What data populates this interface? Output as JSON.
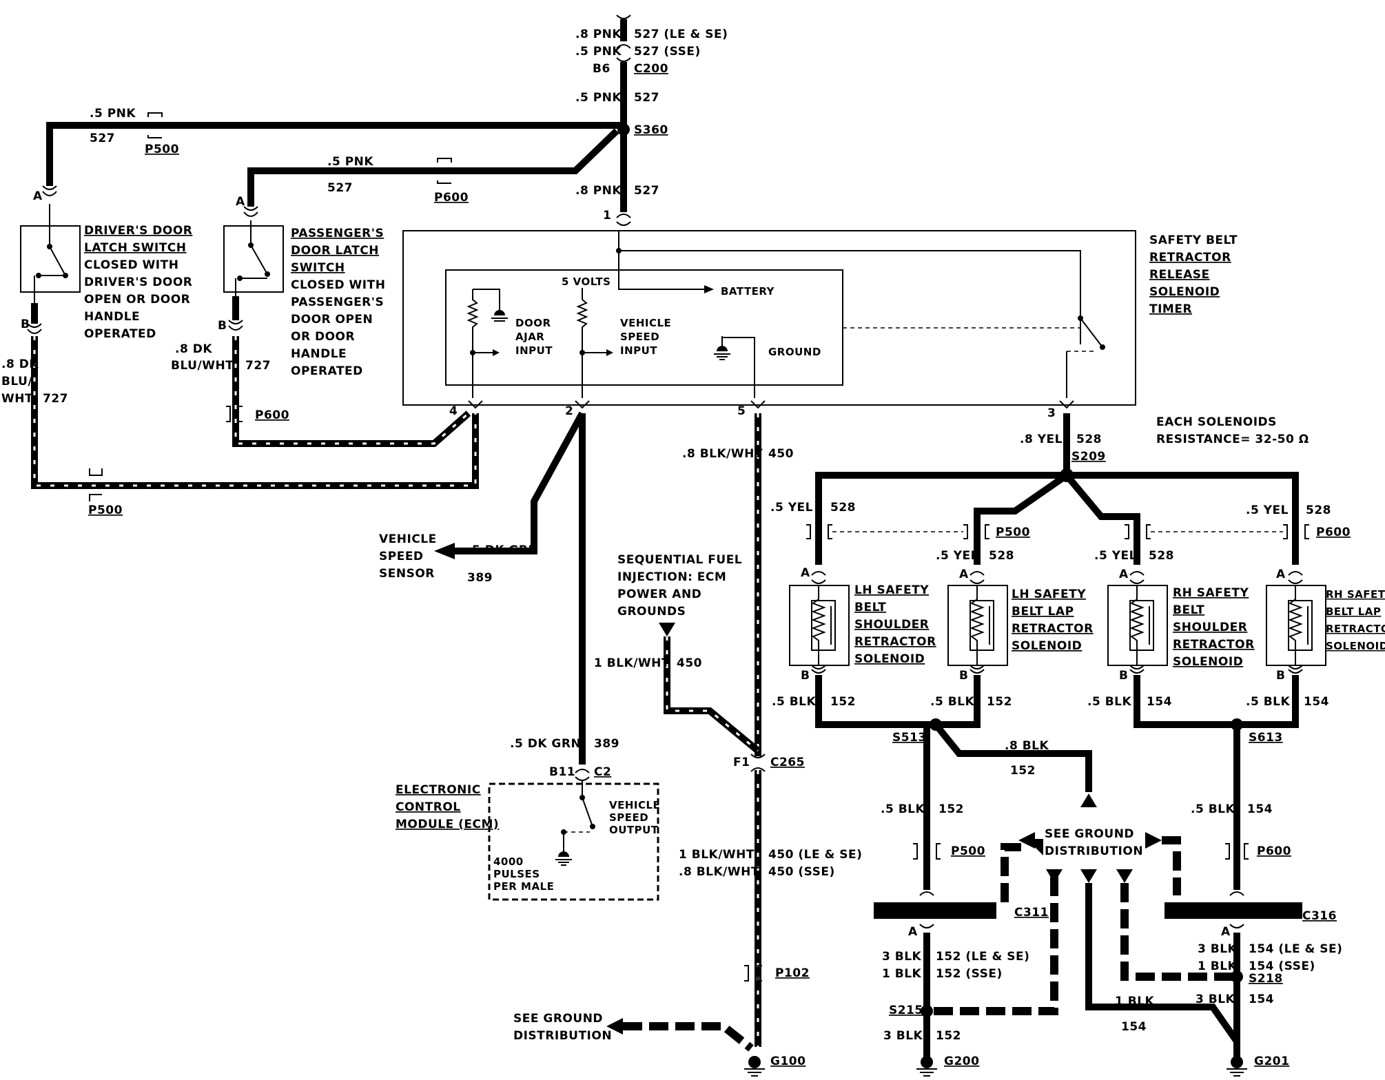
{
  "top_connector": {
    "wire_1": ".8 PNK",
    "circuit_1": "527 (LE & SE)",
    "wire_2": ".5 PNK",
    "circuit_2": "527 (SSE)",
    "pin": "B6",
    "connector": "C200",
    "wire_3": ".5 PNK",
    "circuit_3": "527",
    "splice": "S360",
    "wire_4": ".8 PNK",
    "circuit_4": "527",
    "timer_pin": "1"
  },
  "left_branch": {
    "wire": ".5 PNK",
    "circuit": "527",
    "harness": "P500"
  },
  "mid_branch": {
    "wire": ".5 PNK",
    "circuit": "527",
    "harness": "P600"
  },
  "drivers_switch": {
    "pin_a": "A",
    "pin_b": "B",
    "lines": [
      "DRIVER'S DOOR",
      "LATCH SWITCH",
      "CLOSED WITH",
      "DRIVER'S DOOR",
      "OPEN OR DOOR",
      "HANDLE",
      "OPERATED"
    ],
    "wire_lines": [
      ".8 DK",
      "BLU/",
      "WHT"
    ],
    "circuit": "727",
    "harness": "P500"
  },
  "passenger_switch": {
    "pin_a": "A",
    "pin_b": "B",
    "lines": [
      "PASSENGER'S",
      "DOOR LATCH",
      "SWITCH",
      "CLOSED WITH",
      "PASSENGER'S",
      "DOOR OPEN",
      "OR DOOR",
      "HANDLE",
      "OPERATED"
    ],
    "wire_lines": [
      ".8 DK",
      "BLU/WHT"
    ],
    "circuit": "727",
    "harness": "P600"
  },
  "timer": {
    "title_lines": [
      "SAFETY BELT",
      "RETRACTOR",
      "RELEASE",
      "SOLENOID",
      "TIMER"
    ],
    "five_volts": "5 VOLTS",
    "battery": "BATTERY",
    "door_ajar": [
      "DOOR",
      "AJAR",
      "INPUT"
    ],
    "vehicle_speed": [
      "VEHICLE",
      "SPEED",
      "INPUT"
    ],
    "ground": "GROUND",
    "pins": {
      "p4": "4",
      "p2": "2",
      "p5": "5",
      "p3": "3"
    }
  },
  "vss": {
    "lines": [
      "VEHICLE",
      "SPEED",
      "SENSOR"
    ],
    "wire": ".5 DK GRN",
    "circuit": "389"
  },
  "ecm": {
    "wire": ".5 DK GRN",
    "circuit": "389",
    "pin": "B11",
    "connector": "C2",
    "title_lines": [
      "ELECTRONIC",
      "CONTROL",
      "MODULE (ECM)"
    ],
    "output_lines": [
      "VEHICLE",
      "SPEED",
      "OUTPUT"
    ],
    "pulses_lines": [
      "4000",
      "PULSES",
      "PER MALE"
    ]
  },
  "ground_feed": {
    "wire_1": ".8 BLK/WHT",
    "circuit_1": "450",
    "sfi_lines": [
      "SEQUENTIAL FUEL",
      "INJECTION: ECM",
      "POWER AND",
      "GROUNDS"
    ],
    "wire_2": "1 BLK/WHT",
    "circuit_2": "450",
    "pin": "F1",
    "connector": "C265",
    "wire_3": "1 BLK/WHT",
    "circuit_3": "450 (LE & SE)",
    "wire_4": ".8 BLK/WHT",
    "circuit_4": "450 (SSE)",
    "harness": "P102",
    "see_ground": [
      "SEE GROUND",
      "DISTRIBUTION"
    ],
    "ground": "G100"
  },
  "solenoid_feed": {
    "wire": ".8 YEL",
    "circuit": "528",
    "splice": "S209",
    "note_lines": [
      "EACH SOLENOIDS",
      "RESISTANCE= 32-50 Ω"
    ],
    "harness_left": "P500",
    "harness_right": "P600"
  },
  "solenoids": [
    {
      "wire_in": ".5 YEL",
      "circuit_in": "528",
      "pin_a": "A",
      "pin_b": "B",
      "lines": [
        "LH SAFETY",
        "BELT",
        "SHOULDER",
        "RETRACTOR",
        "SOLENOID"
      ],
      "wire_out": ".5 BLK",
      "circuit_out": "152"
    },
    {
      "wire_in": ".5 YEL",
      "circuit_in": "528",
      "pin_a": "A",
      "pin_b": "B",
      "lines": [
        "LH SAFETY",
        "BELT LAP",
        "RETRACTOR",
        "SOLENOID"
      ],
      "wire_out": ".5 BLK",
      "circuit_out": "152"
    },
    {
      "wire_in": ".5 YEL",
      "circuit_in": "528",
      "pin_a": "A",
      "pin_b": "B",
      "lines": [
        "RH SAFETY",
        "BELT",
        "SHOULDER",
        "RETRACTOR",
        "SOLENOID"
      ],
      "wire_out": ".5 BLK",
      "circuit_out": "154"
    },
    {
      "wire_in": ".5 YEL",
      "circuit_in": "528",
      "pin_a": "A",
      "pin_b": "B",
      "lines": [
        "RH SAFETY",
        "BELT LAP",
        "RETRACTOR",
        "SOLENOID"
      ],
      "wire_out": ".5 BLK",
      "circuit_out": "154"
    }
  ],
  "left_ground": {
    "splice": "S513",
    "cross_wire": ".8 BLK",
    "cross_circuit": "152",
    "wire": ".5 BLK",
    "circuit": "152",
    "harness": "P500",
    "connector": "C311",
    "pin": "A",
    "wire_2": "3 BLK",
    "circuit_2": "152 (LE & SE)",
    "wire_3": "1 BLK",
    "circuit_3": "152 (SSE)",
    "splice_2": "S215",
    "wire_4": "3 BLK",
    "circuit_4": "152",
    "ground": "G200"
  },
  "right_ground": {
    "splice": "S613",
    "wire": ".5 BLK",
    "circuit": "154",
    "harness": "P600",
    "connector": "C316",
    "pin": "A",
    "wire_2": "3 BLK",
    "circuit_2": "154 (LE & SE)",
    "wire_3": "1 BLK",
    "circuit_3": "154 (SSE)",
    "splice_2": "S218",
    "wire_4": "3 BLK",
    "circuit_4": "154",
    "wire_5": "1 BLK",
    "circuit_5": "154",
    "ground": "G201"
  },
  "ground_dist": [
    "SEE GROUND",
    "DISTRIBUTION"
  ]
}
